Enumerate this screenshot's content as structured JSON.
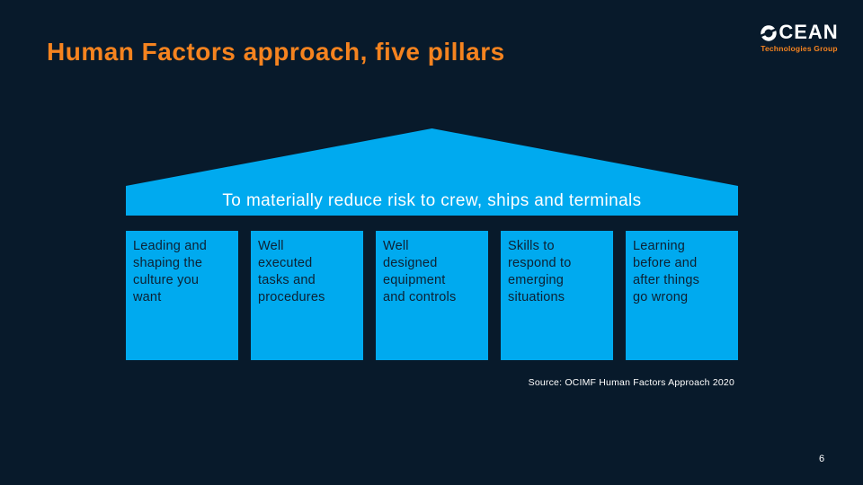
{
  "slide": {
    "title": "Human Factors approach, five pillars",
    "page_number": "6",
    "source": "Source: OCIMF Human Factors Approach 2020"
  },
  "logo": {
    "name": "OCEAN Technologies Group",
    "word_rest": "CEAN",
    "subtitle": "Technologies Group"
  },
  "diagram": {
    "roof_label": "To materially reduce risk to crew, ships and terminals",
    "pillars": [
      {
        "label": "Leading and\nshaping the\nculture you\nwant"
      },
      {
        "label": "Well\nexecuted\ntasks and\nprocedures"
      },
      {
        "label": "Well\ndesigned\nequipment\nand controls"
      },
      {
        "label": "Skills to\nrespond to\nemerging\nsituations"
      },
      {
        "label": "Learning\nbefore and\nafter things\ngo wrong"
      }
    ]
  },
  "colors": {
    "background": "#081a2b",
    "accent_blue": "#00aaef",
    "accent_orange": "#f5831f",
    "pillar_text": "#0d2133"
  }
}
